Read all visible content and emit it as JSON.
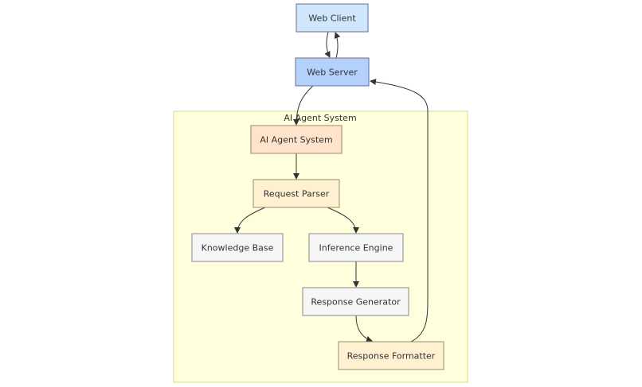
{
  "diagram": {
    "cluster": {
      "label": "AI Agent System",
      "fill": "#ffffde",
      "stroke": "#d8d890"
    },
    "nodes": [
      {
        "id": "web_client",
        "label": "Web Client",
        "fill": "#cfe6fd",
        "stroke": "#6a6f8f"
      },
      {
        "id": "web_server",
        "label": "Web Server",
        "fill": "#b3d1fb",
        "stroke": "#6a6f8f"
      },
      {
        "id": "ai_agent_system",
        "label": "AI Agent System",
        "fill": "#ffe3cb",
        "stroke": "#9a8a72"
      },
      {
        "id": "request_parser",
        "label": "Request Parser",
        "fill": "#fff1cf",
        "stroke": "#9a8a72"
      },
      {
        "id": "knowledge_base",
        "label": "Knowledge Base",
        "fill": "#f6f6f6",
        "stroke": "#8a8a8a"
      },
      {
        "id": "inference_engine",
        "label": "Inference Engine",
        "fill": "#f6f6f6",
        "stroke": "#8a8a8a"
      },
      {
        "id": "response_generator",
        "label": "Response Generator",
        "fill": "#f6f6f6",
        "stroke": "#8a8a8a"
      },
      {
        "id": "response_formatter",
        "label": "Response Formatter",
        "fill": "#fff1cf",
        "stroke": "#9a8a72"
      }
    ],
    "edges": [
      {
        "from": "web_client",
        "to": "web_server"
      },
      {
        "from": "web_server",
        "to": "web_client"
      },
      {
        "from": "web_server",
        "to": "ai_agent_system"
      },
      {
        "from": "ai_agent_system",
        "to": "request_parser"
      },
      {
        "from": "request_parser",
        "to": "knowledge_base"
      },
      {
        "from": "request_parser",
        "to": "inference_engine"
      },
      {
        "from": "inference_engine",
        "to": "response_generator"
      },
      {
        "from": "response_generator",
        "to": "response_formatter"
      },
      {
        "from": "response_formatter",
        "to": "web_server"
      }
    ],
    "edge_color": "#333333"
  }
}
